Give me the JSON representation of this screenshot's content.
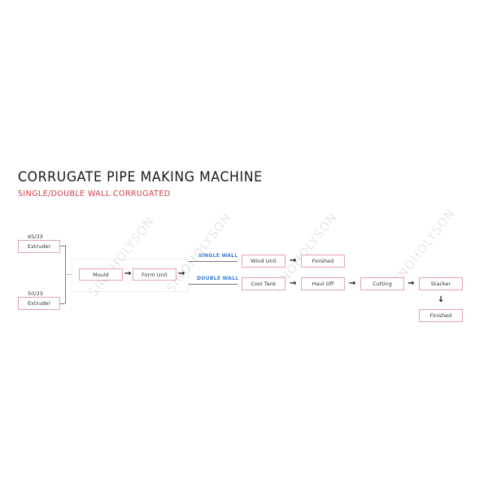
{
  "header": {
    "title": "CORRUGATE PIPE MAKING MACHINE",
    "subtitle": "SINGLE/DOUBLE WALL CORRUGATED",
    "subtitle_color": "#d33b45"
  },
  "watermark": "SINOHOLYSON",
  "extruders": [
    {
      "tag": "65/33",
      "label": "Extruder"
    },
    {
      "tag": "50/33",
      "label": "Extruder"
    }
  ],
  "forming": {
    "mould": "Mould",
    "form_unit": "Form Unit"
  },
  "branches": {
    "single_wall": {
      "label": "SINGLE WALL",
      "steps": [
        "Wind Unit",
        "Finished"
      ]
    },
    "double_wall": {
      "label": "DOUBLE WALL",
      "steps": [
        "Cool Tank",
        "Haul Off",
        "Cutting",
        "Stacker",
        "Finished"
      ]
    }
  },
  "colors": {
    "box_border": "#e7a3ab",
    "wall_label": "#3a7bd5",
    "arrow": "#111111"
  },
  "arrow_glyphs": {
    "right": "→",
    "down": "↓"
  }
}
